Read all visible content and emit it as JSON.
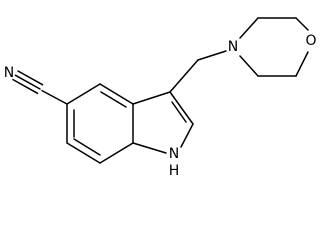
{
  "molecule": {
    "atoms": {
      "nitrile_n": "N",
      "morpholine_n": "N",
      "morpholine_o": "O",
      "indole_nh": "N",
      "indole_h": "H"
    },
    "colors": {
      "line": "#000000",
      "background": "#ffffff"
    }
  }
}
